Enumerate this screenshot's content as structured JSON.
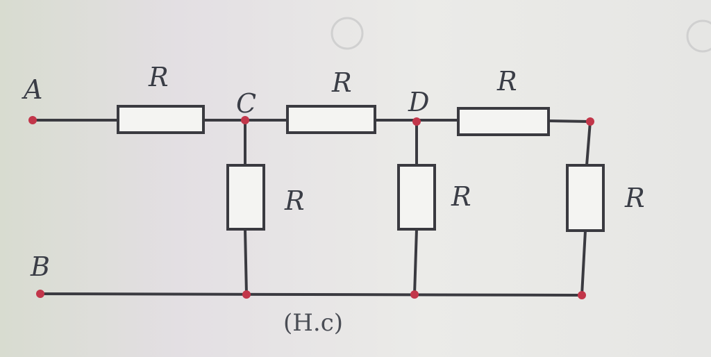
{
  "diagram": {
    "nodes": {
      "a": "A",
      "b": "B",
      "c": "C",
      "d": "D"
    },
    "resistors": {
      "r1": "R",
      "r2": "R",
      "r3": "R",
      "r4": "R",
      "r5": "R",
      "r6": "R"
    },
    "caption": "(H.c)"
  },
  "colors": {
    "wire": "#3a3a40",
    "node_dot": "#c2364a",
    "background": "#e9e9e6"
  }
}
